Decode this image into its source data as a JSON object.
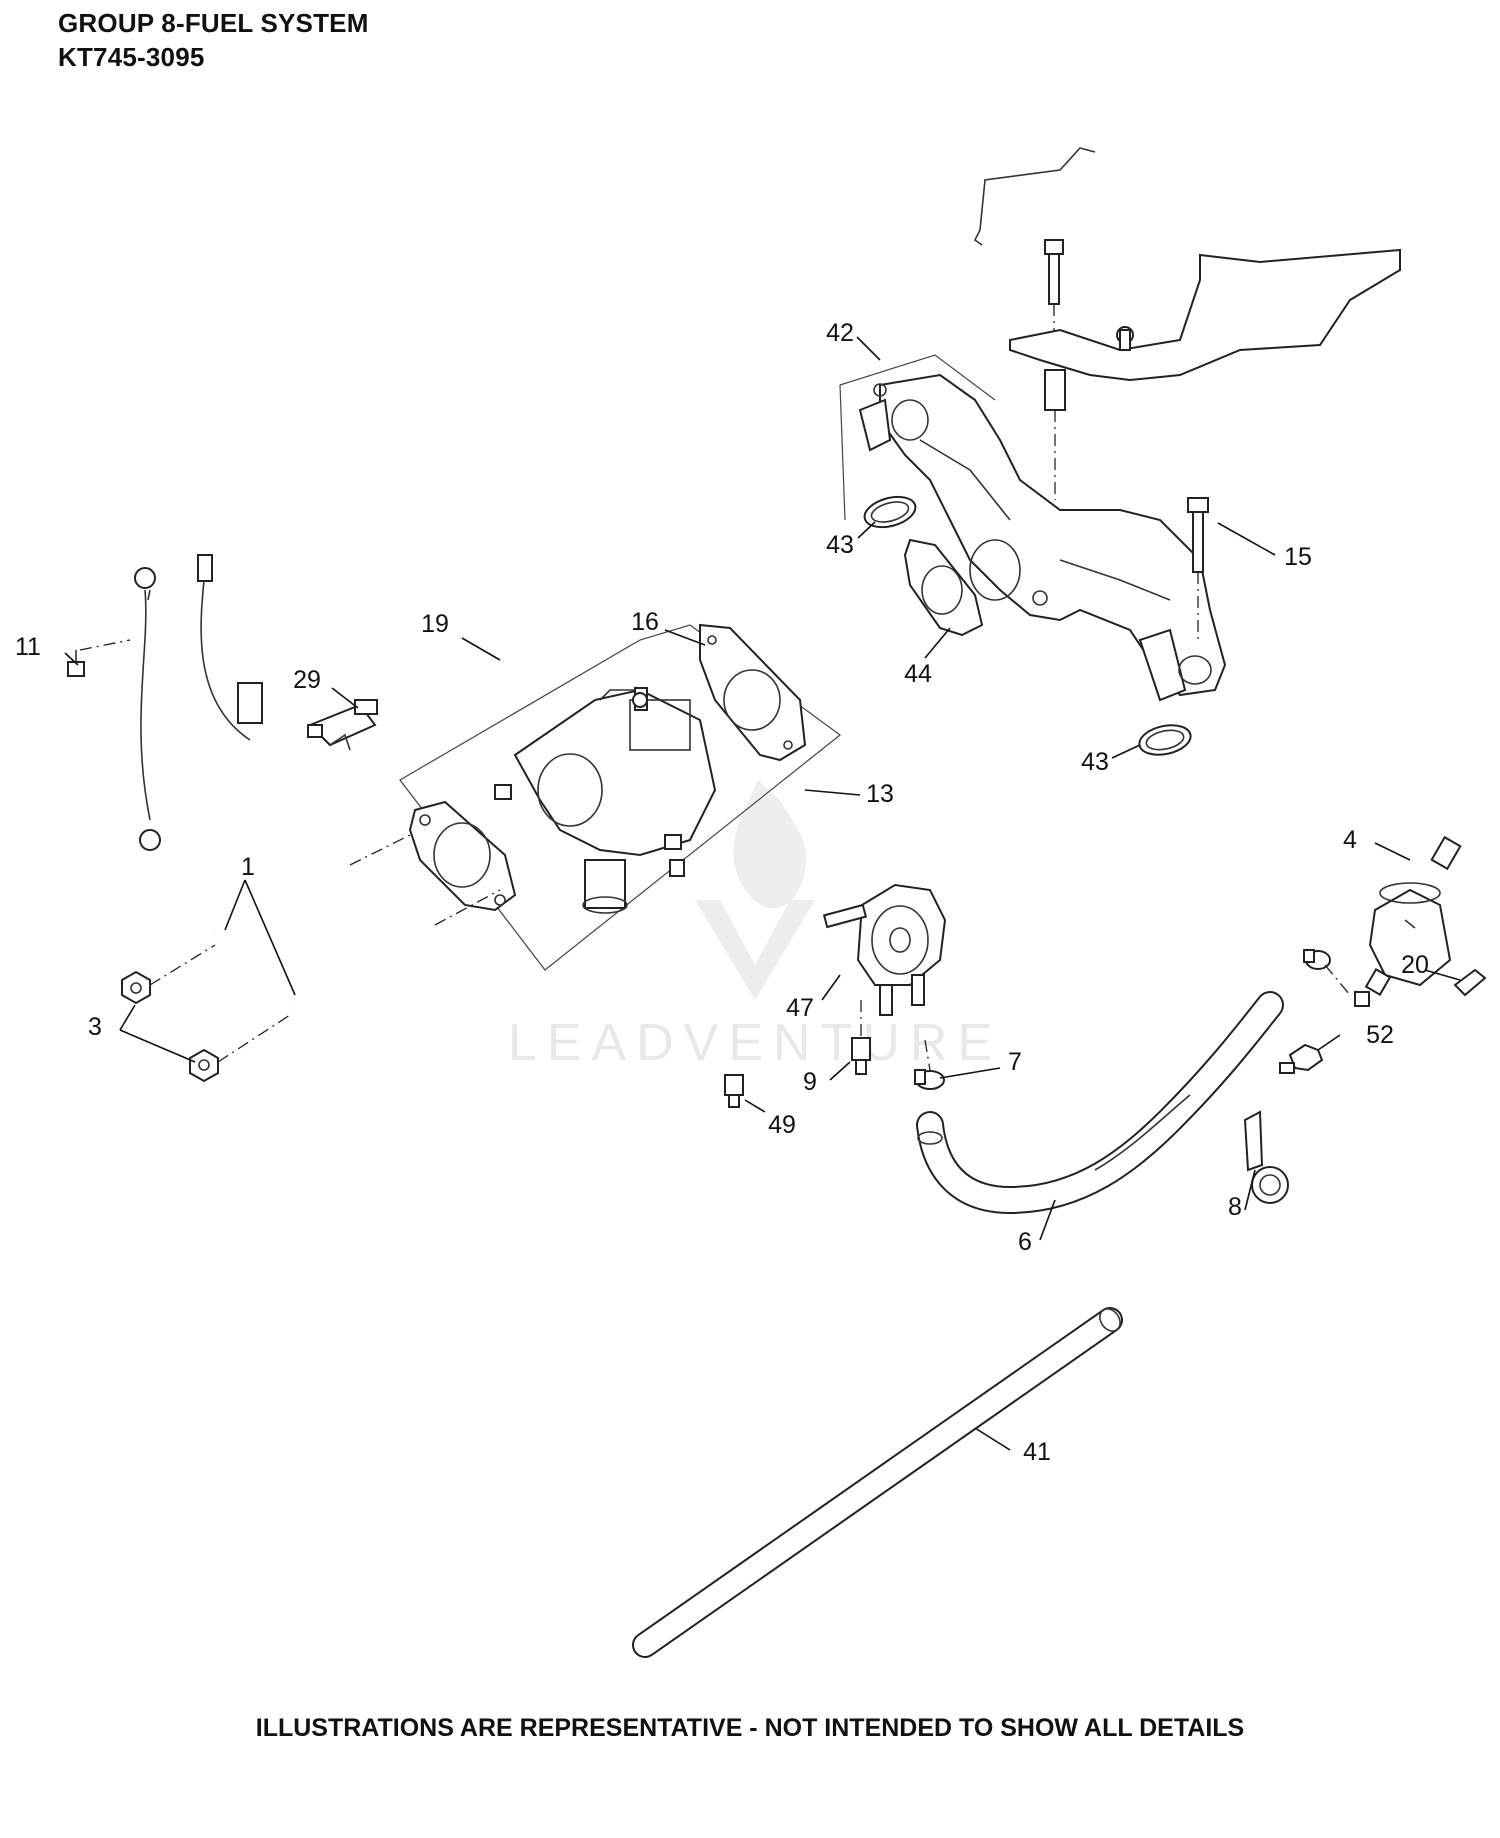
{
  "header": {
    "line1": "GROUP 8-FUEL SYSTEM",
    "line2": "KT745-3095"
  },
  "footer": {
    "note": "ILLUSTRATIONS ARE REPRESENTATIVE - NOT INTENDED TO SHOW ALL DETAILS"
  },
  "watermark": {
    "text": "LEADVENTURE"
  },
  "callouts": {
    "c1": "1",
    "c3": "3",
    "c4": "4",
    "c6": "6",
    "c7": "7",
    "c8": "8",
    "c9": "9",
    "c11": "11",
    "c13": "13",
    "c15": "15",
    "c16": "16",
    "c19": "19",
    "c20": "20",
    "c29": "29",
    "c41": "41",
    "c42": "42",
    "c43a": "43",
    "c43b": "43",
    "c44": "44",
    "c47": "47",
    "c49": "49",
    "c52": "52"
  }
}
